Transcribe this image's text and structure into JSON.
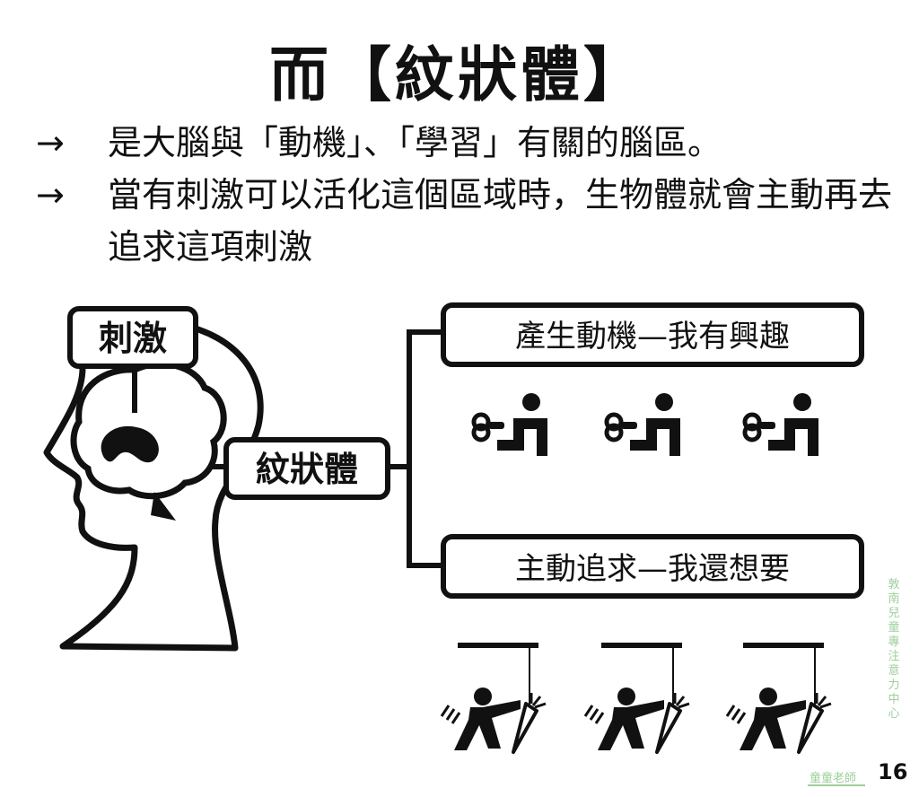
{
  "title": "而【紋狀體】",
  "bullets": [
    {
      "arrow": "→",
      "text": "是大腦與「動機」、「學習」有關的腦區。"
    },
    {
      "arrow": "→",
      "text": "當有刺激可以活化這個區域時，生物體就會主動再去追求這項刺激"
    }
  ],
  "diagram": {
    "stimulus": "刺激",
    "striatum": "紋狀體",
    "motivation": "產生動機—我有興趣",
    "pursuit": "主動追求—我還想要"
  },
  "footer": {
    "side_label": "敦南兒童專注意力中心",
    "name": "童童老師",
    "page_number": "16"
  },
  "colors": {
    "ink": "#111111",
    "brand_green": "#9dcf9a"
  },
  "icons": [
    "head-with-brain-icon",
    "windup-figure-icon",
    "figure-chasing-carrot-icon"
  ]
}
